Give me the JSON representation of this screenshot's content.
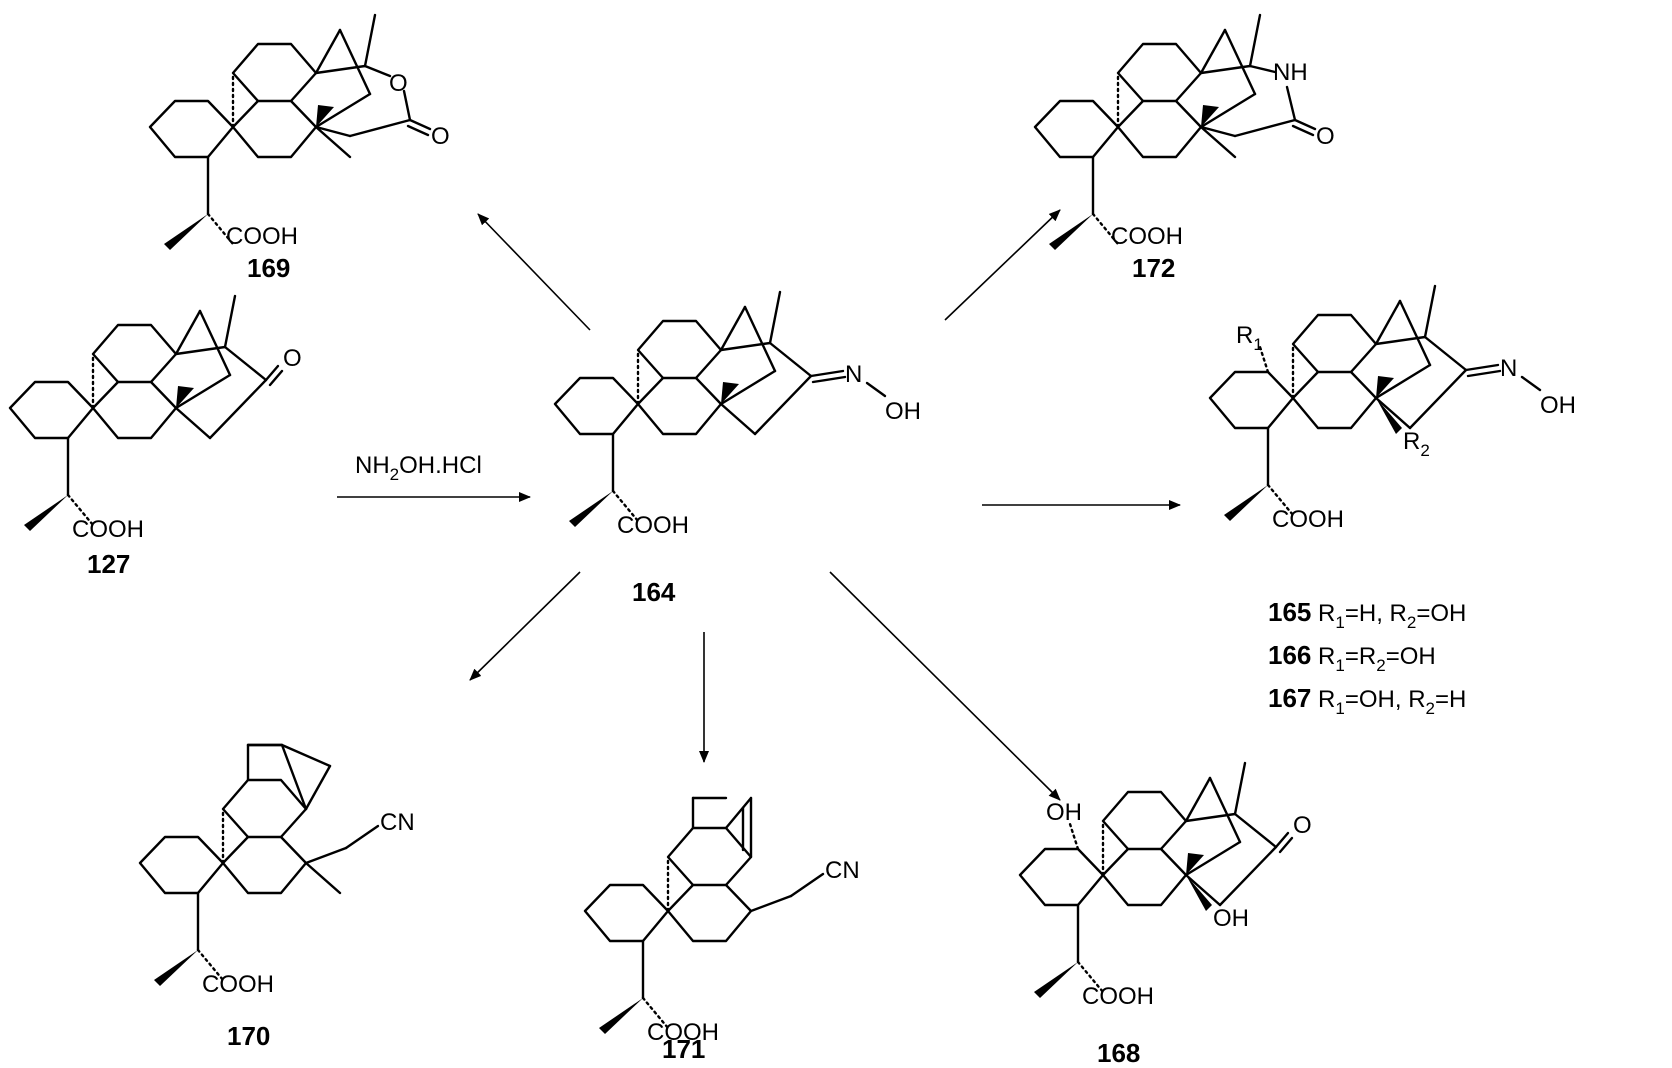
{
  "reagent": {
    "part1": "NH",
    "sub": "2",
    "part2": "OH.HCl"
  },
  "compounds": {
    "c127": {
      "id": "127",
      "acid": "COOH",
      "keto": "O"
    },
    "c164": {
      "id": "164",
      "acid": "COOH",
      "n": "N",
      "oh": "OH"
    },
    "c169": {
      "id": "169",
      "acid": "COOH",
      "ring_o": "O",
      "keto": "O"
    },
    "c172": {
      "id": "172",
      "acid": "COOH",
      "nh": "NH",
      "keto": "O"
    },
    "c165_167": {
      "acid": "COOH",
      "n": "N",
      "oh": "OH",
      "r1": "R",
      "r1_sub": "1",
      "r2": "R",
      "r2_sub": "2",
      "legend": [
        {
          "id": "165",
          "t1": " R",
          "s1": "1",
          "t2": "=H, R",
          "s2": "2",
          "t3": "=OH"
        },
        {
          "id": "166",
          "t1": " R",
          "s1": "1",
          "t2": "=R",
          "s2": "2",
          "t3": "=OH"
        },
        {
          "id": "167",
          "t1": " R",
          "s1": "1",
          "t2": "=OH, R",
          "s2": "2",
          "t3": "=H"
        }
      ]
    },
    "c170": {
      "id": "170",
      "acid": "COOH",
      "cn": "CN"
    },
    "c171": {
      "id": "171",
      "acid": "COOH",
      "cn": "CN"
    },
    "c168": {
      "id": "168",
      "acid": "COOH",
      "keto": "O",
      "oh1": "OH",
      "oh2": "OH"
    }
  }
}
